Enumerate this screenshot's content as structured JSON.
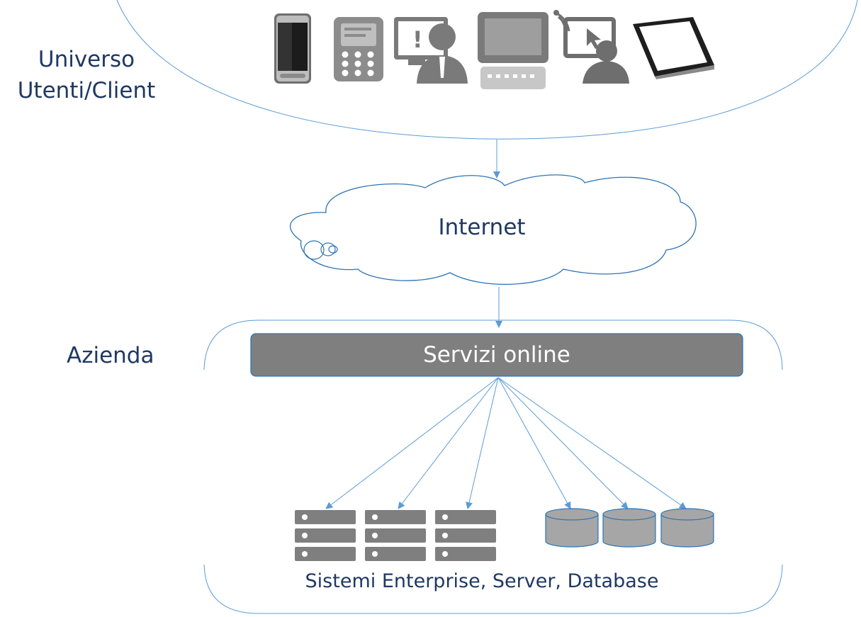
{
  "diagram": {
    "users_label_line1": "Universo",
    "users_label_line2": "Utenti/Client",
    "internet_label": "Internet",
    "company_label": "Azienda",
    "services_label": "Servizi online",
    "systems_label": "Sistemi Enterprise, Server, Database",
    "device_icons": [
      "smartphone-icon",
      "handheld-terminal-icon",
      "monitor-alert-user-icon",
      "computer-terminal-icon",
      "remote-desktop-user-icon",
      "tablet-icon"
    ],
    "server_icons": [
      "server-rack-icon",
      "server-rack-icon",
      "server-rack-icon"
    ],
    "database_icons": [
      "database-icon",
      "database-icon",
      "database-icon"
    ],
    "colors": {
      "line": "#5b9bd5",
      "text": "#1f3864",
      "services_bar": "#7f7f7f",
      "services_bar_border": "#2e75b6",
      "icon_gray": "#8c8c8c",
      "icon_dark": "#555555"
    }
  }
}
